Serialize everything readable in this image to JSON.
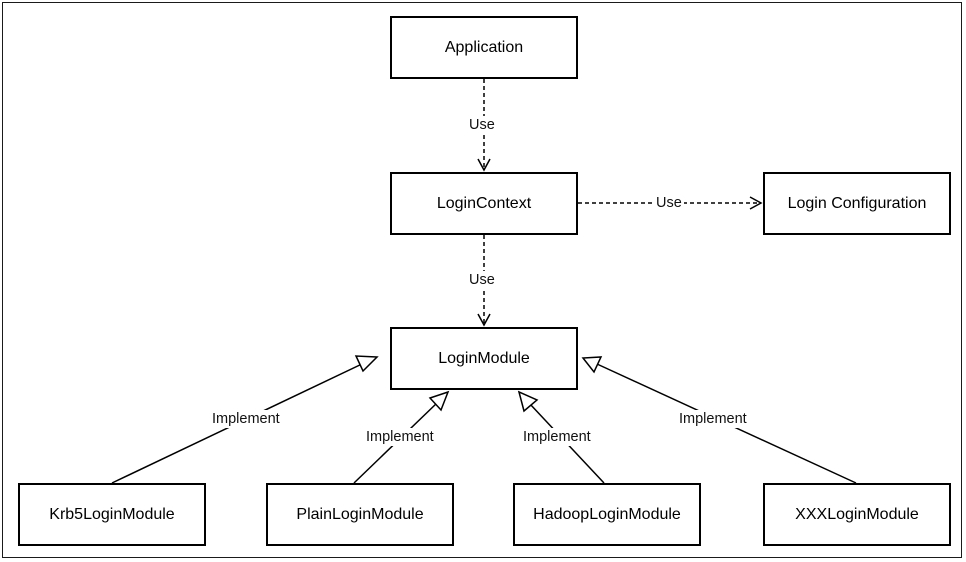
{
  "diagram": {
    "nodes": {
      "application": "Application",
      "login_context": "LoginContext",
      "login_configuration": "Login Configuration",
      "login_module": "LoginModule",
      "krb5": "Krb5LoginModule",
      "plain": "PlainLoginModule",
      "hadoop": "HadoopLoginModule",
      "xxx": "XXXLoginModule"
    },
    "edges": [
      {
        "from": "application",
        "to": "login_context",
        "label": "Use",
        "style": "dashed"
      },
      {
        "from": "login_context",
        "to": "login_configuration",
        "label": "Use",
        "style": "dashed"
      },
      {
        "from": "login_context",
        "to": "login_module",
        "label": "Use",
        "style": "dashed"
      },
      {
        "from": "krb5",
        "to": "login_module",
        "label": "Implement",
        "style": "solid-hollow-triangle"
      },
      {
        "from": "plain",
        "to": "login_module",
        "label": "Implement",
        "style": "solid-hollow-triangle"
      },
      {
        "from": "hadoop",
        "to": "login_module",
        "label": "Implement",
        "style": "solid-hollow-triangle"
      },
      {
        "from": "xxx",
        "to": "login_module",
        "label": "Implement",
        "style": "solid-hollow-triangle"
      }
    ]
  }
}
